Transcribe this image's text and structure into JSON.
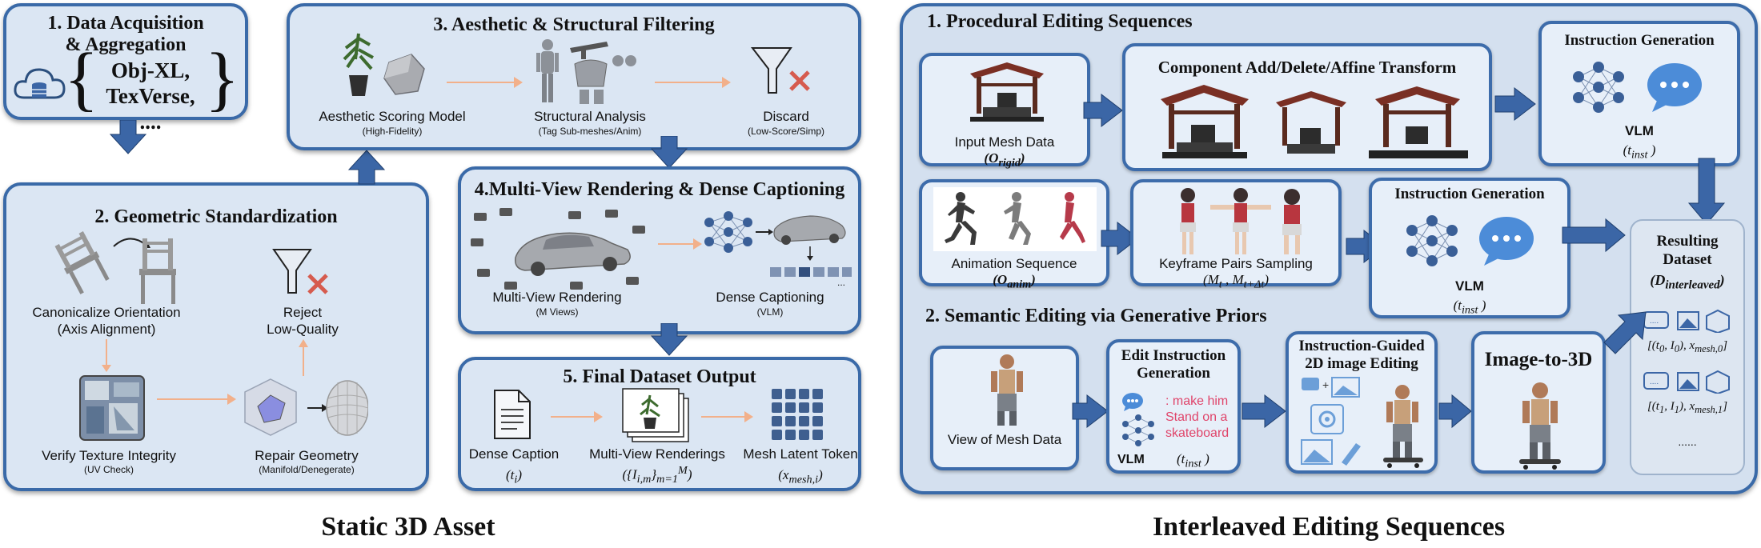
{
  "static": {
    "caption": "Static 3D Asset",
    "p1": {
      "title_line1": "1. Data Acquisition",
      "title_line2": "& Aggregation",
      "sources_line1": "Obj-XL,",
      "sources_line2": "TexVerse, ...."
    },
    "p2": {
      "title": "2. Geometric Standardization",
      "canon_line1": "Canonicalize Orientation",
      "canon_line2": "(Axis Alignment)",
      "reject_line1": "Reject",
      "reject_line2": "Low-Quality",
      "verify": "Verify Texture Integrity",
      "verify_sub": "(UV Check)",
      "repair": "Repair Geometry",
      "repair_sub": "(Manifold/Denegerate)"
    },
    "p3": {
      "title": "3. Aesthetic & Structural Filtering",
      "aesthetic": "Aesthetic Scoring Model",
      "aesthetic_sub": "(High-Fidelity)",
      "structural": "Structural Analysis",
      "structural_sub": "(Tag Sub-meshes/Anim)",
      "discard": "Discard",
      "discard_sub": "(Low-Score/Simp)"
    },
    "p4": {
      "title": "4.Multi-View Rendering & Dense Captioning",
      "mv": "Multi-View Rendering",
      "mv_sub": "(M Views)",
      "dc": "Dense Captioning",
      "dc_sub": "(VLM)",
      "dots": "..."
    },
    "p5": {
      "title": "5. Final Dataset Output",
      "caption": "Dense Caption",
      "caption_math": "(t",
      "renders": "Multi-View Renderings",
      "token": "Mesh Latent Token"
    }
  },
  "inter": {
    "caption": "Interleaved Editing Sequences",
    "sec1": "1. Procedural Editing Sequences",
    "sec2": "2. Semantic Editing via Generative Priors",
    "input_mesh": "Input Mesh Data",
    "component": "Component Add/Delete/Affine Transform",
    "instr_gen": "Instruction Generation",
    "vlm": "VLM",
    "anim_seq": "Animation Sequence",
    "keyframe": "Keyframe Pairs Sampling",
    "view_mesh": "View of Mesh Data",
    "edit_instr_line1": "Edit Instruction",
    "edit_instr_line2": "Generation",
    "prompt_line1": ": make him",
    "prompt_line2": "Stand on a",
    "prompt_line3": "skateboard",
    "guided_line1": "Instruction-Guided",
    "guided_line2": "2D image Editing",
    "img3d": "Image-to-3D",
    "result_line1": "Resulting",
    "result_line2": "Dataset",
    "result_dots": "......",
    "chat_dots": "...."
  },
  "colors": {
    "panel_fill": "#dbe6f3",
    "border": "#3a6aa8",
    "arrow_dark": "#3b66a6",
    "arrow_light": "#f2b08a",
    "red": "#e0446a"
  }
}
